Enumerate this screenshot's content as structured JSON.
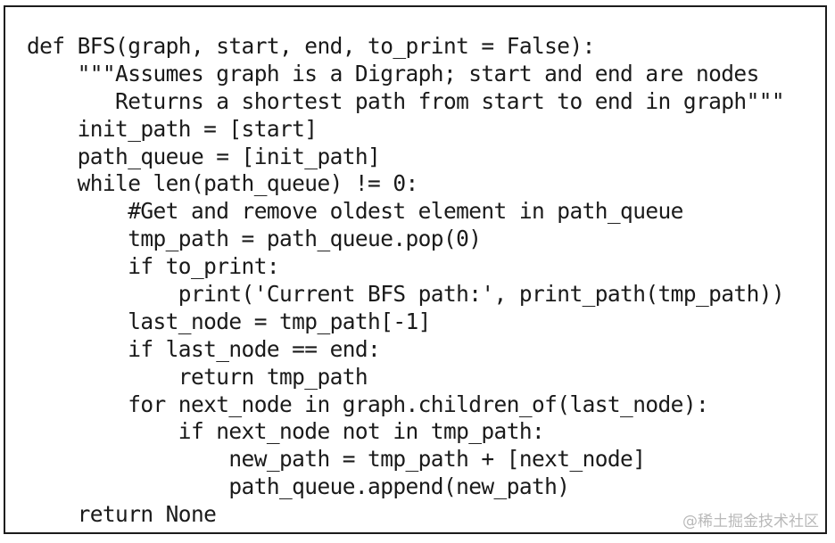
{
  "code": {
    "lines": [
      "def BFS(graph, start, end, to_print = False):",
      "    \"\"\"Assumes graph is a Digraph; start and end are nodes",
      "       Returns a shortest path from start to end in graph\"\"\"",
      "    init_path = [start]",
      "    path_queue = [init_path]",
      "    while len(path_queue) != 0:",
      "        #Get and remove oldest element in path_queue",
      "        tmp_path = path_queue.pop(0)",
      "        if to_print:",
      "            print('Current BFS path:', print_path(tmp_path))",
      "        last_node = tmp_path[-1]",
      "        if last_node == end:",
      "            return tmp_path",
      "        for next_node in graph.children_of(last_node):",
      "            if next_node not in tmp_path:",
      "                new_path = tmp_path + [next_node]",
      "                path_queue.append(new_path)",
      "    return None"
    ]
  },
  "watermark": {
    "text": "@稀土掘金技术社区"
  }
}
